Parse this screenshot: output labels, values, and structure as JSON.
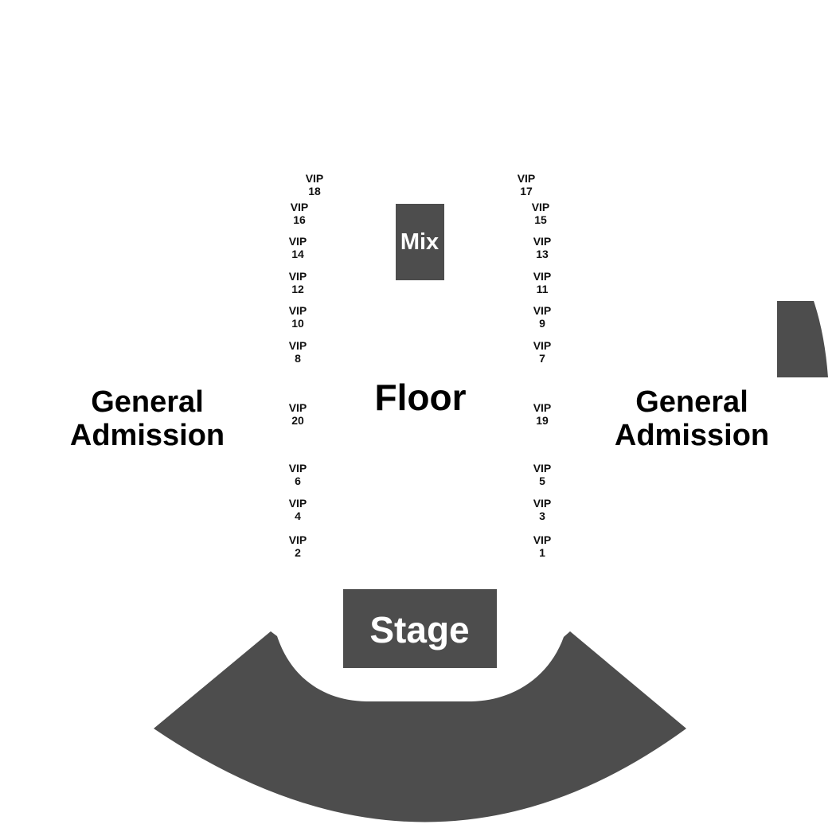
{
  "colors": {
    "section_fill": "#4d4d4d",
    "background": "#ffffff",
    "text": "#000000",
    "inverse_text": "#ffffff"
  },
  "sections": {
    "floor": "Floor",
    "mix": "Mix",
    "stage": "Stage",
    "general_admission_left": {
      "line1": "General",
      "line2": "Admission"
    },
    "general_admission_right": {
      "line1": "General",
      "line2": "Admission"
    }
  },
  "vip": {
    "prefix": "VIP",
    "left": [
      "18",
      "16",
      "14",
      "12",
      "10",
      "8",
      "20",
      "6",
      "4",
      "2"
    ],
    "right": [
      "17",
      "15",
      "13",
      "11",
      "9",
      "7",
      "19",
      "5",
      "3",
      "1"
    ]
  }
}
